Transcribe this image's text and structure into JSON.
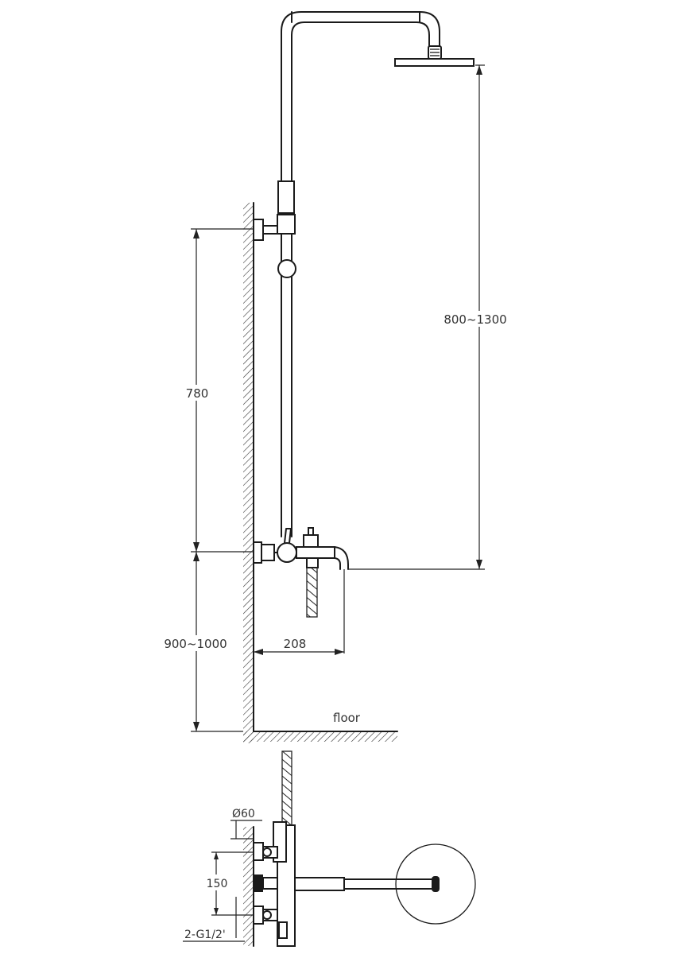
{
  "dimensions": {
    "shower_head_height": "800~1300",
    "upper_bracket_to_mixer": "780",
    "mixer_height_from_floor": "900~1000",
    "spout_projection": "208",
    "floor": "floor",
    "pipe_diameter": "Ø60",
    "inlet_spacing": "150",
    "inlet_thread": "2-G1/2'"
  },
  "colors": {
    "line": "#1a1a1a",
    "text": "#333333",
    "background": "#ffffff"
  }
}
